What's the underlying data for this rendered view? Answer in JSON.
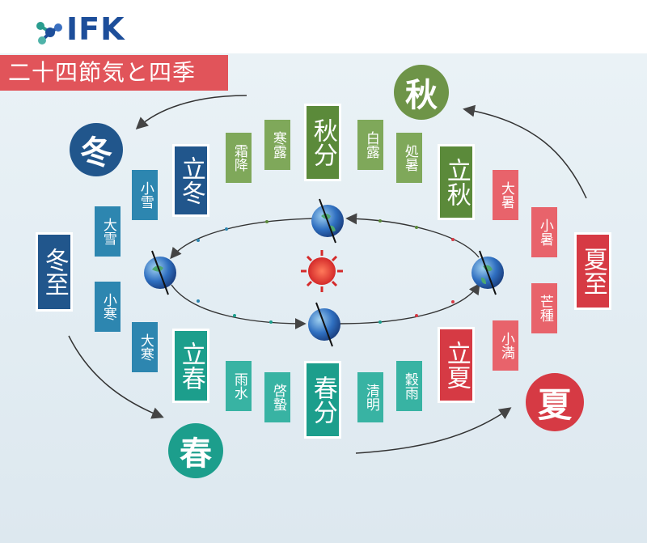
{
  "logo": {
    "text": "IFK"
  },
  "banner": {
    "title": "二十四節気と四季"
  },
  "seasons": {
    "winter": "冬",
    "spring": "春",
    "summer": "夏",
    "autumn": "秋"
  },
  "terms": {
    "rittou": "立冬",
    "shousetsu": "小雪",
    "taisetsu": "大雪",
    "touji": "冬至",
    "shoukan": "小寒",
    "daikan": "大寒",
    "risshun": "立春",
    "usui": "雨水",
    "keichitsu": "啓蟄",
    "shunbun": "春分",
    "seimei": "清明",
    "kokuu": "穀雨",
    "rikka": "立夏",
    "shouman": "小満",
    "boushu": "芒種",
    "geshi": "夏至",
    "shousho": "小暑",
    "taisho": "大暑",
    "risshuu": "立秋",
    "shosho": "処暑",
    "hakuro": "白露",
    "shuubun": "秋分",
    "kanro": "寒露",
    "soukou": "霜降"
  },
  "colors": {
    "winter": "#21568c",
    "spring": "#1c9e8c",
    "summer": "#d63a44",
    "autumn": "#5b8a3a",
    "banner": "#e1545a"
  }
}
